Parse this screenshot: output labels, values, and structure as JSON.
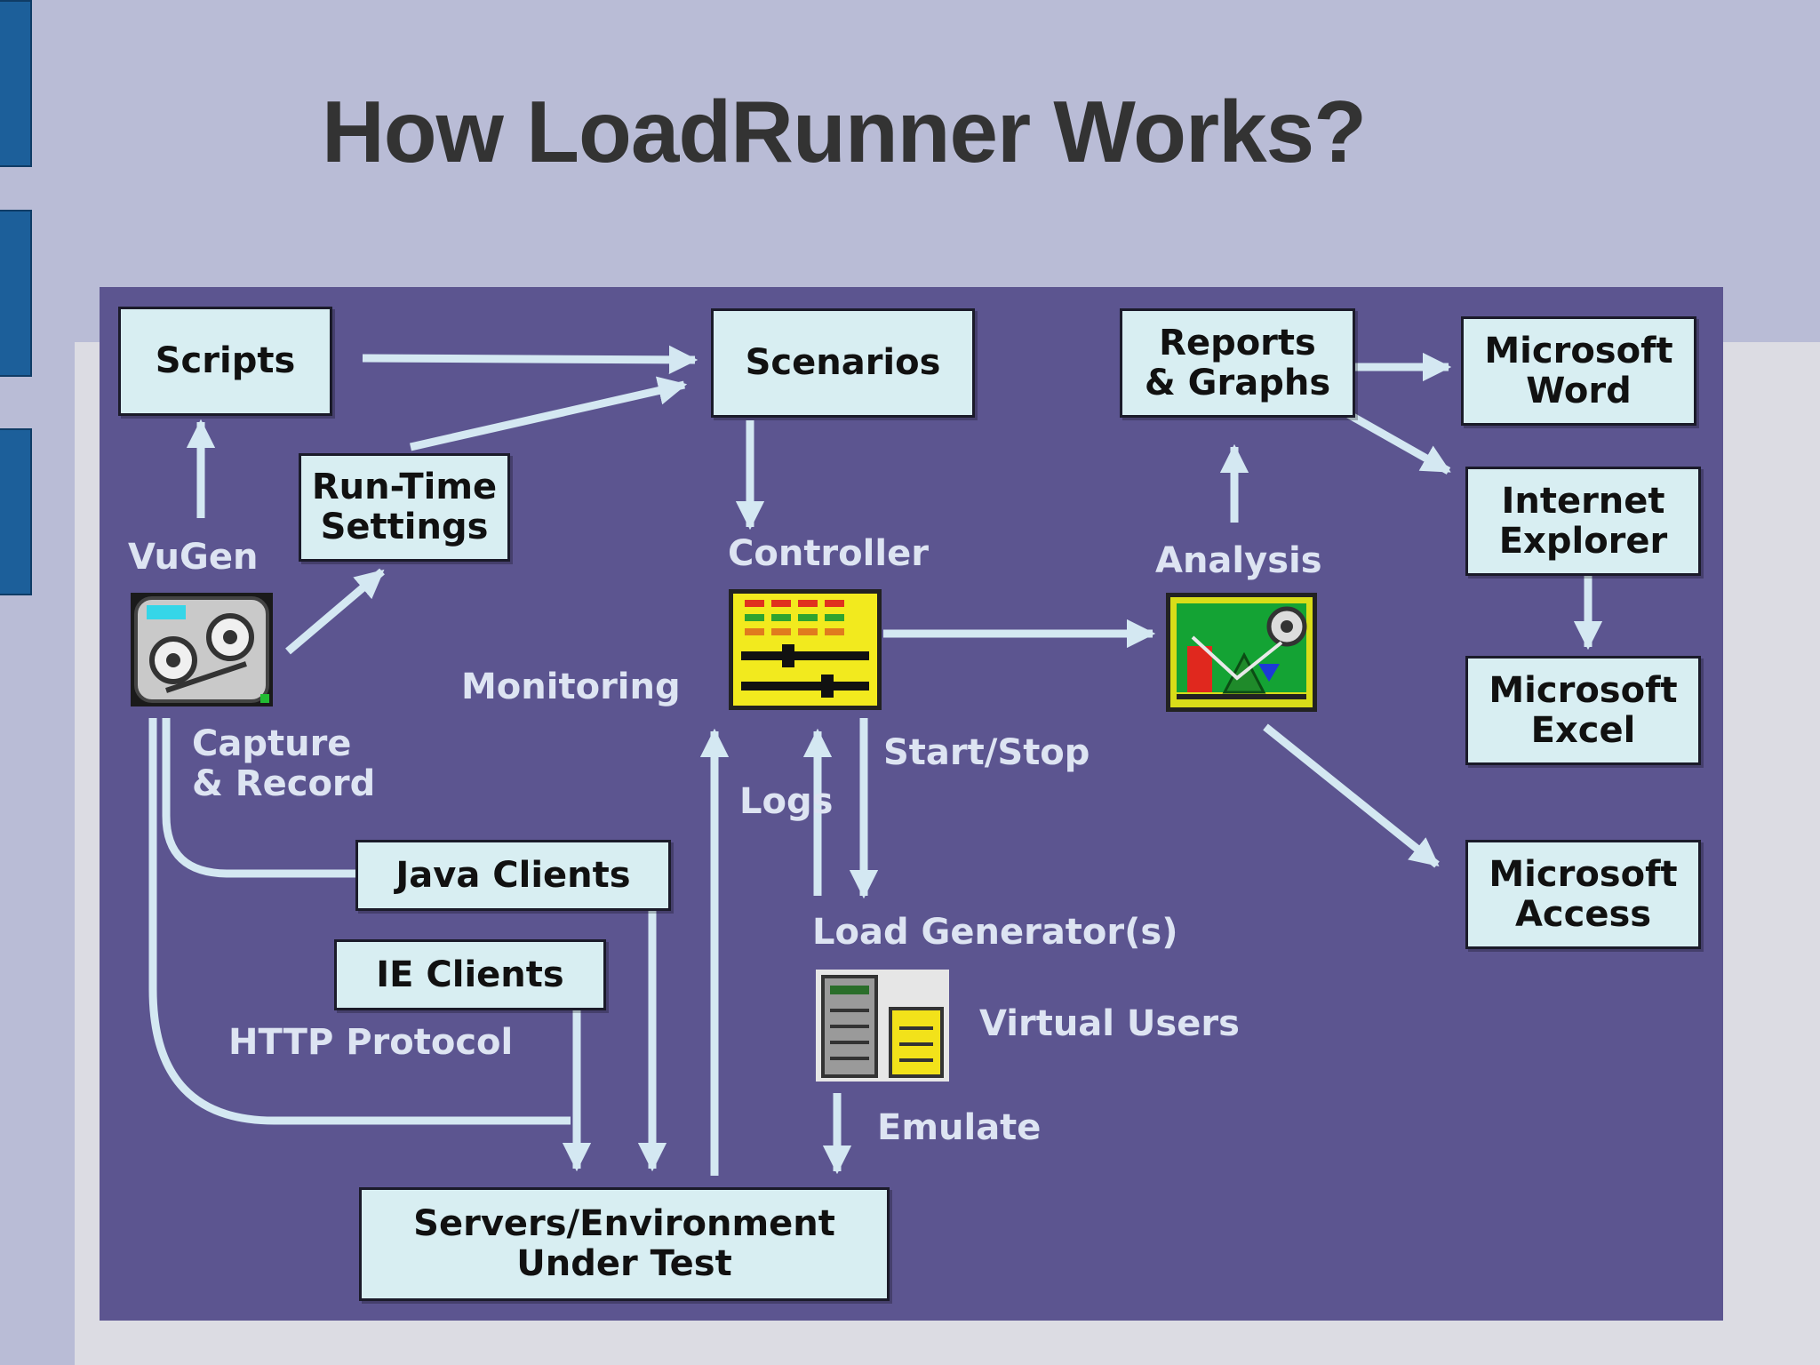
{
  "slide": {
    "title": "How LoadRunner Works?"
  },
  "diagram": {
    "boxes": {
      "scripts": "Scripts",
      "runtime": [
        "Run-Time",
        "Settings"
      ],
      "scenarios": "Scenarios",
      "reports": [
        "Reports",
        "& Graphs"
      ],
      "word": [
        "Microsoft",
        "Word"
      ],
      "ie": [
        "Internet",
        "Explorer"
      ],
      "excel": [
        "Microsoft",
        "Excel"
      ],
      "access": [
        "Microsoft",
        "Access"
      ],
      "java_clients": "Java Clients",
      "ie_clients": "IE Clients",
      "servers": [
        "Servers/Environment",
        "Under Test"
      ]
    },
    "labels": {
      "vugen": "VuGen",
      "controller": "Controller",
      "analysis": "Analysis",
      "monitoring": "Monitoring",
      "capture": [
        "Capture",
        "& Record"
      ],
      "start_stop": "Start/Stop",
      "logs": "Logs",
      "load_generators": "Load Generator(s)",
      "virtual_users": "Virtual Users",
      "http_protocol": "HTTP Protocol",
      "emulate": "Emulate"
    },
    "icons": [
      "vugen-cassette-icon",
      "controller-panel-icon",
      "analysis-chart-icon",
      "load-generator-server-icon"
    ]
  },
  "colors": {
    "background": "#b9bcd6",
    "diagram_bg": "#5c5590",
    "box_fill": "#d8eef2",
    "arrow": "#d4e8f2",
    "title": "#333333",
    "side_tab": "#1c5f9a"
  }
}
